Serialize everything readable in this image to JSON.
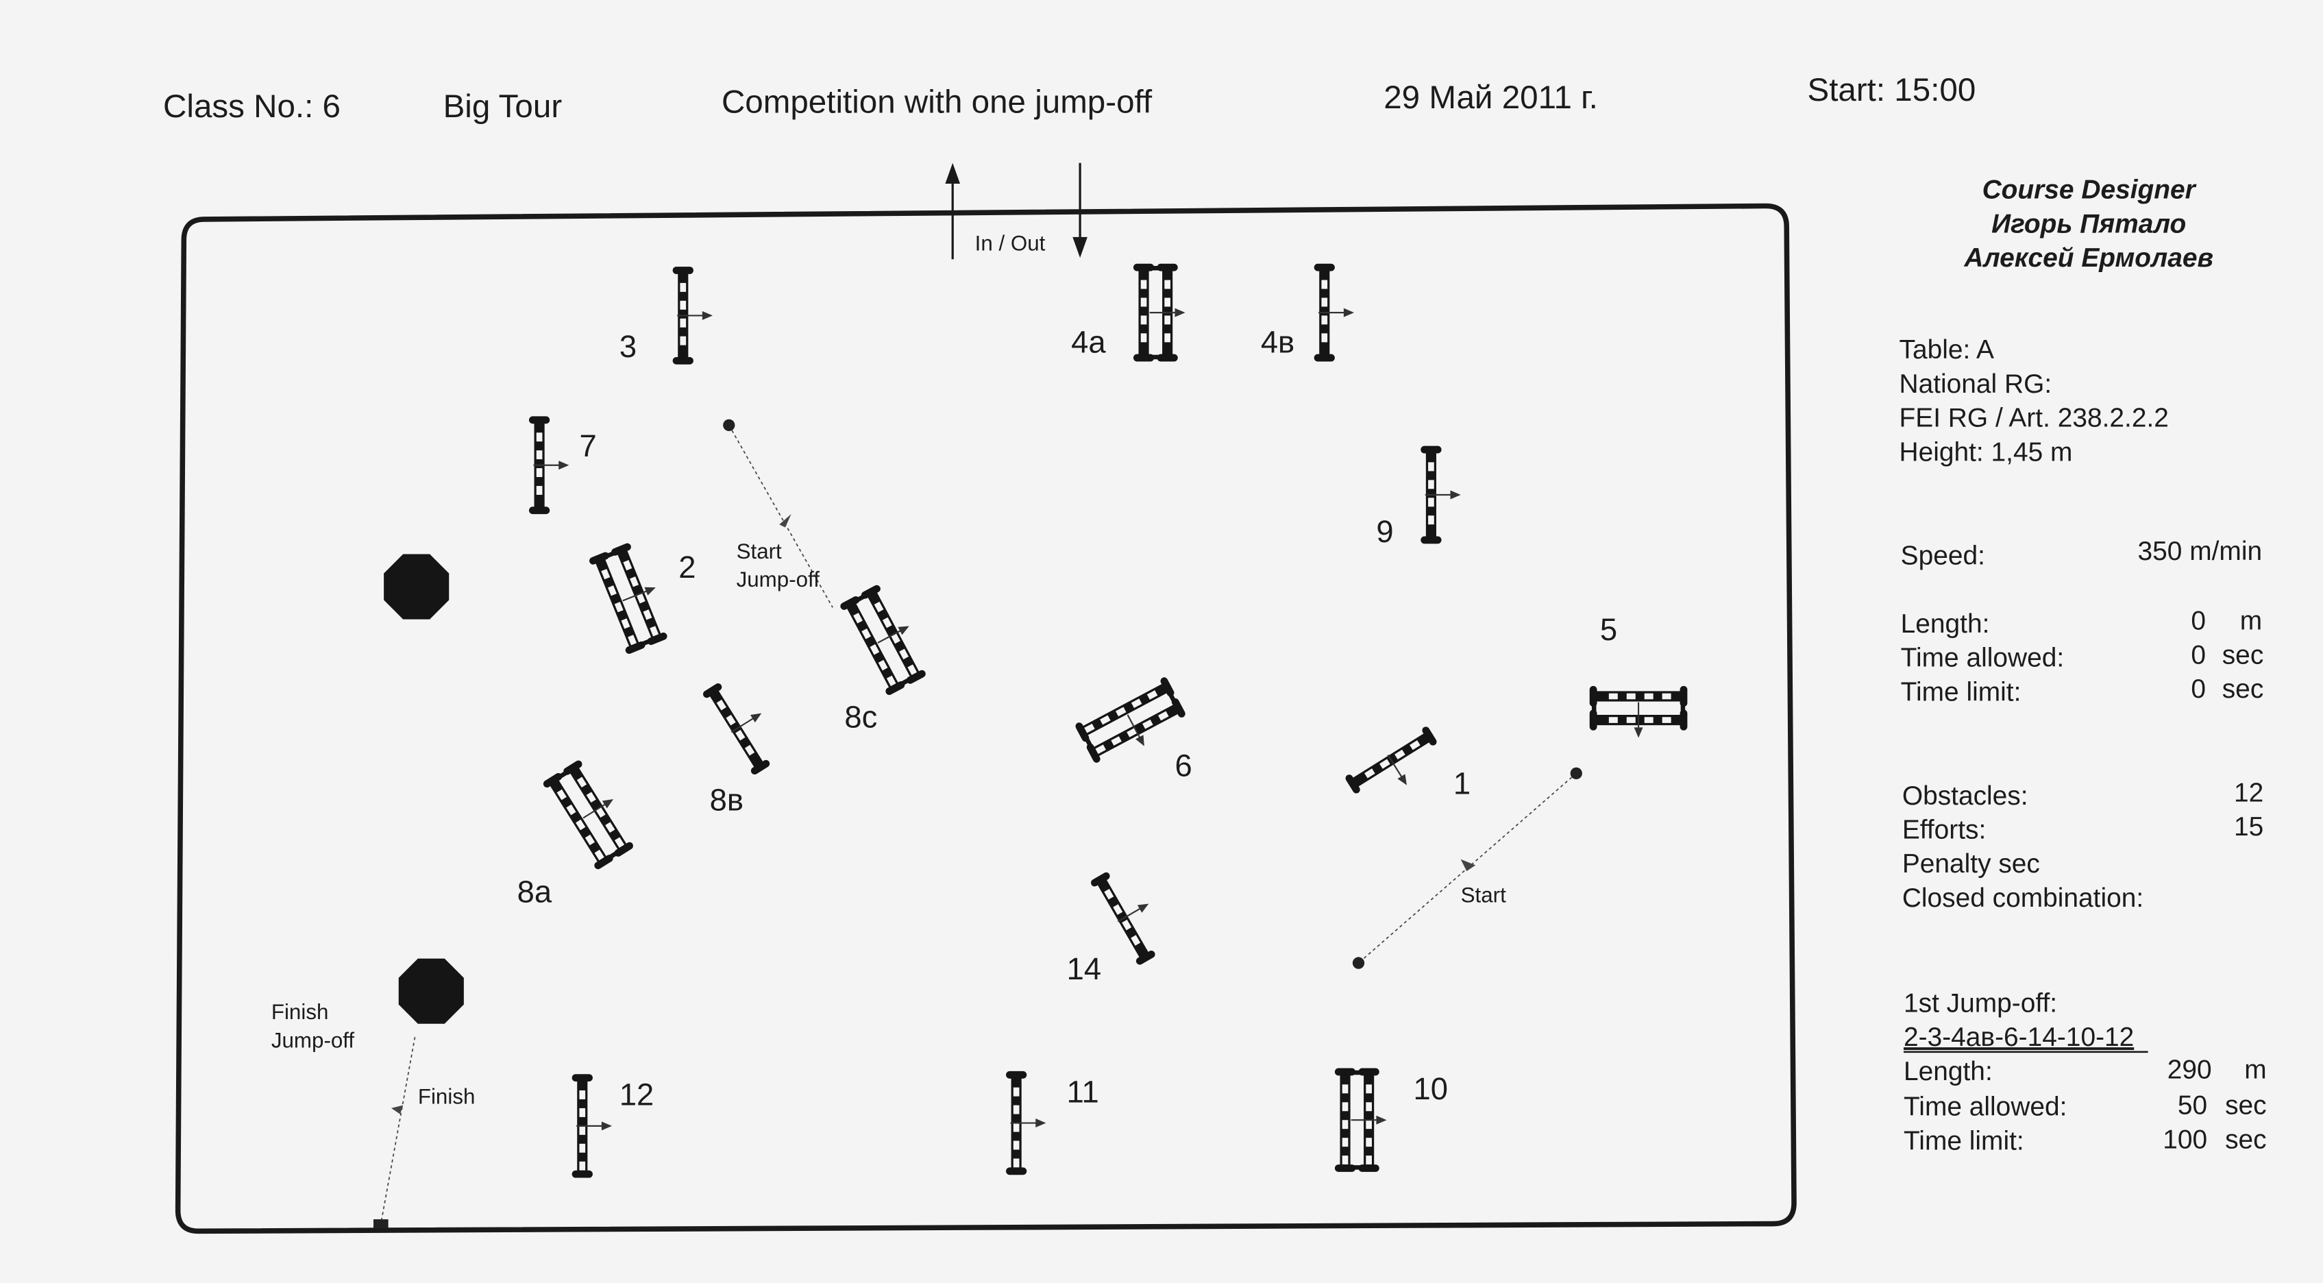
{
  "header": {
    "class_no": "Class No.: 6",
    "tour": "Big Tour",
    "competition": "Competition with one jump-off",
    "date": "29 Май 2011 г.",
    "start": "Start: 15:00"
  },
  "designer": {
    "title": "Course Designer",
    "names": [
      "Игорь Пятало",
      "Алексей Ермолаев"
    ]
  },
  "rules": {
    "table": "Table: A",
    "national_rg": "National RG:",
    "fei_rg": "FEI RG / Art.  238.2.2.2",
    "height": "Height: 1,45  m"
  },
  "speed": {
    "label": "Speed:",
    "value": "350  m/min"
  },
  "course": {
    "length_label": "Length:",
    "length_value": "0",
    "length_unit": "m",
    "time_allowed_label": "Time allowed:",
    "time_allowed_value": "0",
    "time_allowed_unit": "sec",
    "time_limit_label": "Time limit:",
    "time_limit_value": "0",
    "time_limit_unit": "sec"
  },
  "counts": {
    "obstacles_label": "Obstacles:",
    "obstacles_value": "12",
    "efforts_label": "Efforts:",
    "efforts_value": "15",
    "penalty_label": "Penalty sec",
    "closed_label": "Closed combination:"
  },
  "jumpoff": {
    "title": "1st Jump-off:",
    "sequence": "2-3-4ав-6-14-10-12",
    "length_label": "Length:",
    "length_value": "290",
    "length_unit": "m",
    "time_allowed_label": "Time allowed:",
    "time_allowed_value": "50",
    "time_allowed_unit": "sec",
    "time_limit_label": "Time limit:",
    "time_limit_value": "100",
    "time_limit_unit": "sec"
  },
  "arena": {
    "in_out": "In / Out",
    "start": "Start",
    "start_jumpoff": [
      "Start",
      "Jump-off"
    ],
    "finish": "Finish",
    "finish_jumpoff": [
      "Finish",
      "Jump-off"
    ],
    "jumps": [
      "3",
      "4a",
      "4в",
      "7",
      "9",
      "2",
      "8c",
      "8в",
      "8a",
      "6",
      "1",
      "5",
      "14",
      "12",
      "11",
      "10"
    ]
  }
}
